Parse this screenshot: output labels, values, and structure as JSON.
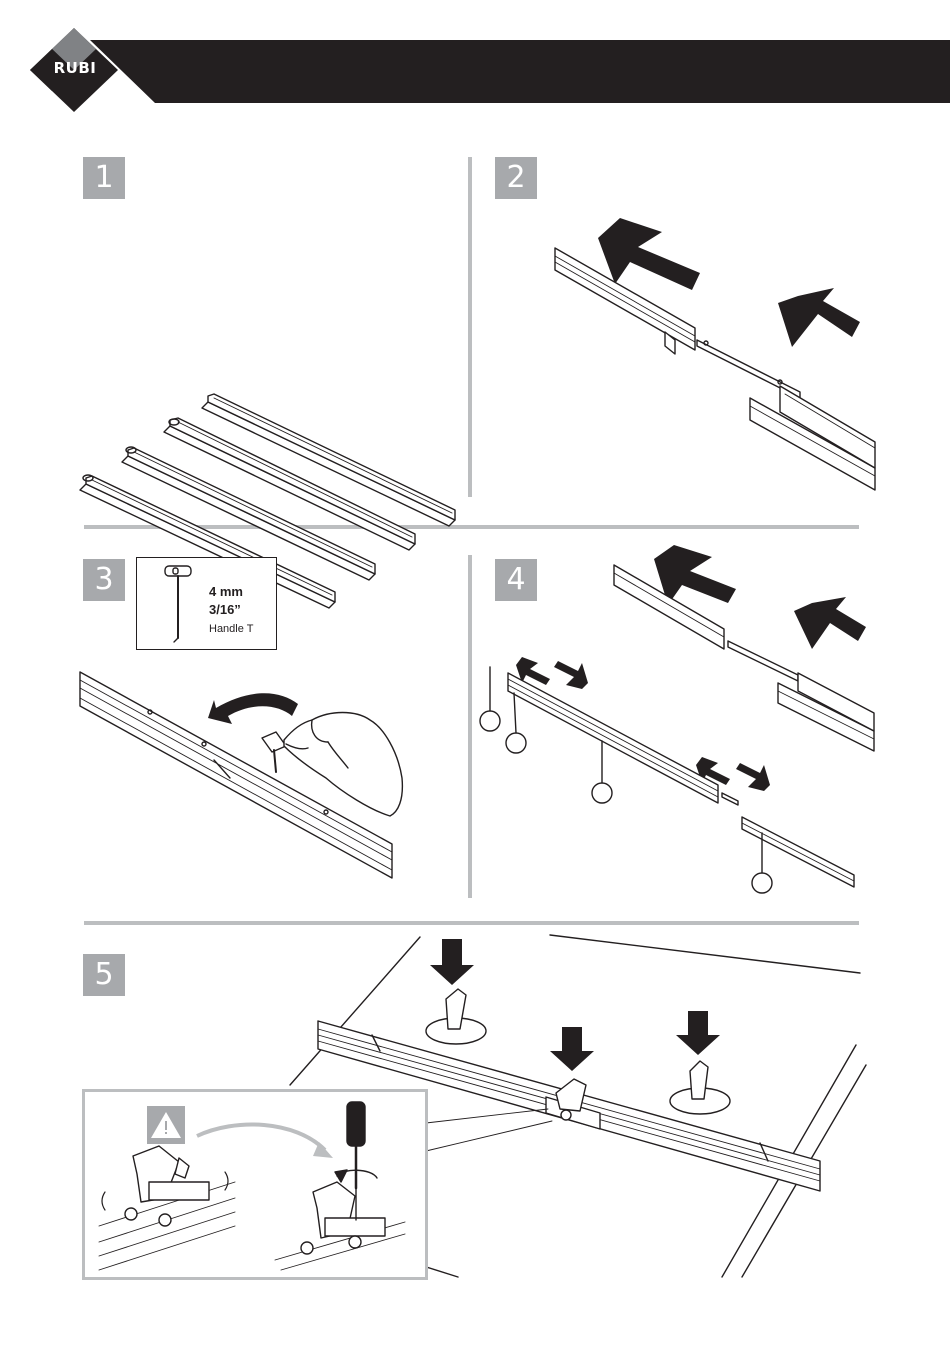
{
  "header": {
    "brand": "RUBI",
    "bar_color": "#231f20",
    "logo_gray": "#808285"
  },
  "steps": [
    {
      "number": "1"
    },
    {
      "number": "2"
    },
    {
      "number": "3"
    },
    {
      "number": "4"
    },
    {
      "number": "5"
    }
  ],
  "tool": {
    "icon": "t-handle-hex-key-icon",
    "size_metric": "4 mm",
    "size_imperial": "3/16”",
    "label": "Handle T"
  },
  "colors": {
    "step_badge": "#a7a9ac",
    "divider": "#bcbec0",
    "line": "#231f20"
  }
}
